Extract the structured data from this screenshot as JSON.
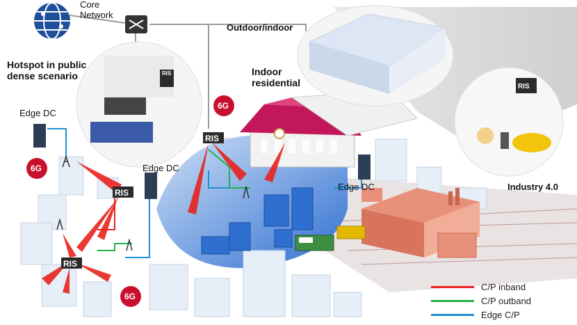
{
  "labels": {
    "core_network": "Core\nNetwork",
    "outdoor_indoor": "Outdoor/indoor",
    "hotspot": "Hotspot in public\ndense scenario",
    "indoor_residential": "Indoor\nresidential",
    "edge_dc": "Edge DC",
    "industry": "Industry 4.0",
    "ris": "RIS",
    "six_g": "6G"
  },
  "legend": [
    {
      "label": "C/P inband",
      "color": "#e8231e"
    },
    {
      "label": "C/P outband",
      "color": "#22b14c"
    },
    {
      "label": "Edge C/P",
      "color": "#1e90d6"
    }
  ],
  "colors": {
    "building": "#e6eef8",
    "building_blue": "#2f6fd0",
    "roof_magenta": "#c2185b",
    "factory_roof": "#e8917a",
    "sixg_badge": "#c8102e",
    "ris_panel": "#2b2b2b",
    "cable_gray": "#9a9a9a"
  }
}
